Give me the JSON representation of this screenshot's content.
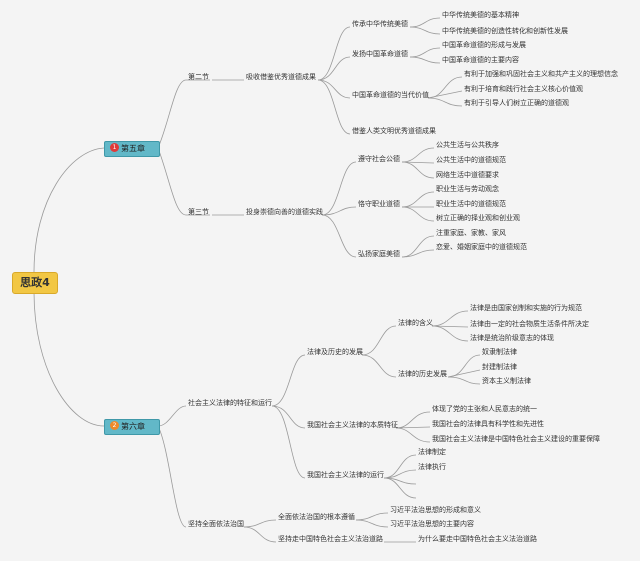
{
  "root": "思政4",
  "chapters": [
    {
      "num": "1",
      "label": "第五章",
      "color": "#e03a3a"
    },
    {
      "num": "2",
      "label": "第六章",
      "color": "#ef8a2a"
    }
  ],
  "ch5": {
    "sec2": "第二节",
    "sec2_topic": "吸收借鉴优秀道德成果",
    "sec2_items": [
      "传承中华传统美德",
      "发扬中国革命道德",
      "中国革命道德的当代价值",
      "借鉴人类文明优秀道德成果"
    ],
    "sec2_leaves": {
      "a": [
        "中华传统美德的基本精神",
        "中华传统美德的创造性转化和创新性发展"
      ],
      "b": [
        "中国革命道德的形成与发展",
        "中国革命道德的主要内容"
      ],
      "c": [
        "有利于加强和巩固社会主义和共产主义的理想信念",
        "有利于培育和践行社会主义核心价值观",
        "有利于引导人们树立正确的道德观"
      ]
    },
    "sec3": "第三节",
    "sec3_topic": "投身崇德向善的道德实践",
    "sec3_items": [
      "遵守社会公德",
      "恪守职业道德",
      "弘扬家庭美德"
    ],
    "sec3_leaves": {
      "a": [
        "公共生活与公共秩序",
        "公共生活中的道德规范",
        "网络生活中道德要求"
      ],
      "b": [
        "职业生活与劳动观念",
        "职业生活中的道德规范",
        "树立正确的择业观和创业观"
      ],
      "c": [
        "注重家庭、家教、家风",
        "恋爱、婚姻家庭中的道德规范"
      ]
    }
  },
  "ch6": {
    "topic1": "社会主义法律的特征和运行",
    "t1_items": [
      "法律及历史的发展",
      "我国社会主义法律的本质特征",
      "我国社会主义法律的运行"
    ],
    "law_meaning": "法律的含义",
    "law_meaning_leaves": [
      "法律是由国家创制和实施的行为规范",
      "法律由一定的社会物质生活条件所决定",
      "法律是统治阶级意志的体现"
    ],
    "law_history": "法律的历史发展",
    "law_history_leaves": [
      "奴隶制法律",
      "封建制法律",
      "资本主义制法律"
    ],
    "essence_leaves": [
      "体现了党的主张和人民意志的统一",
      "我国社会的法律具有科学性和先进性",
      "我国社会主义法律是中国特色社会主义建设的重要保障"
    ],
    "operation_leaves": [
      "法律制定",
      "法律执行"
    ],
    "topic2": "坚持全面依法治国",
    "t2_items": [
      "全面依法治国的根本遵循",
      "坚持走中国特色社会主义法治道路"
    ],
    "t2_leaves_a": [
      "习近平法治思想的形成和意义",
      "习近平法治思想的主要内容"
    ],
    "t2_leaf_b": "为什么要走中国特色社会主义法治道路"
  }
}
